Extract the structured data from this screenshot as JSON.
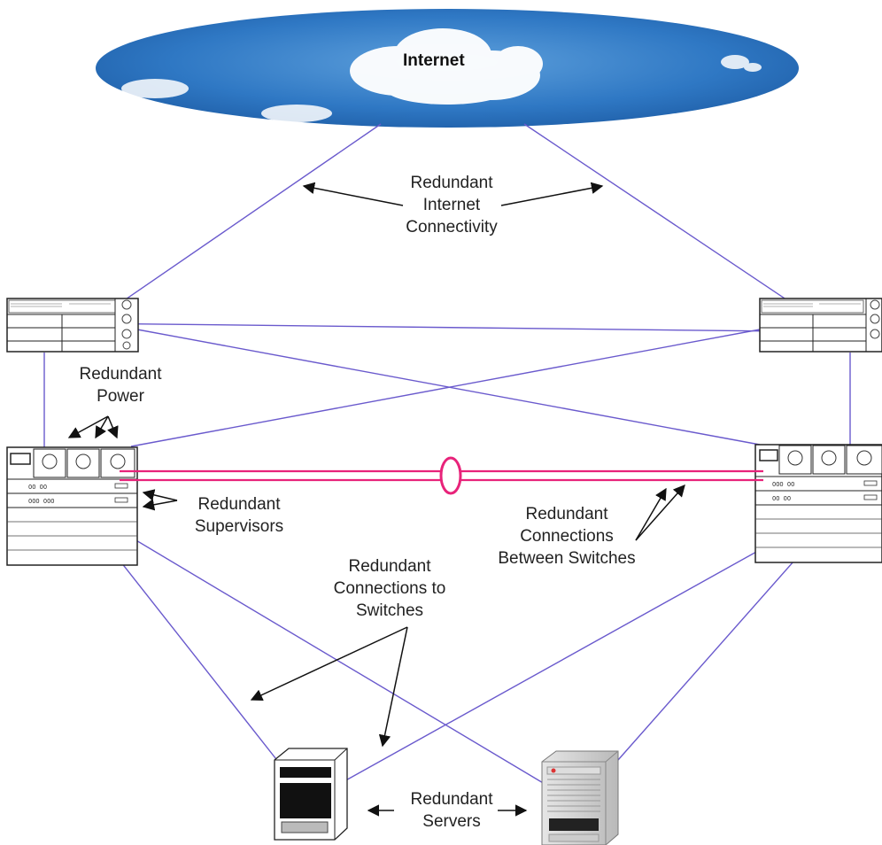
{
  "cloud": {
    "label": "Internet"
  },
  "labels": {
    "internet_connectivity": "Redundant\nInternet\nConnectivity",
    "power": "Redundant\nPower",
    "supervisors": "Redundant\nSupervisors",
    "connections_to_switches": "Redundant\nConnections to\nSwitches",
    "connections_between_switches": "Redundant\nConnections\nBetween Switches",
    "servers": "Redundant\nServers"
  },
  "colors": {
    "link_line": "#6a5acd",
    "switch_interconnect": "#e8237a",
    "sky_dark": "#1f5fa8",
    "sky_light": "#5ea0dc",
    "annotation_arrow": "#111111"
  }
}
